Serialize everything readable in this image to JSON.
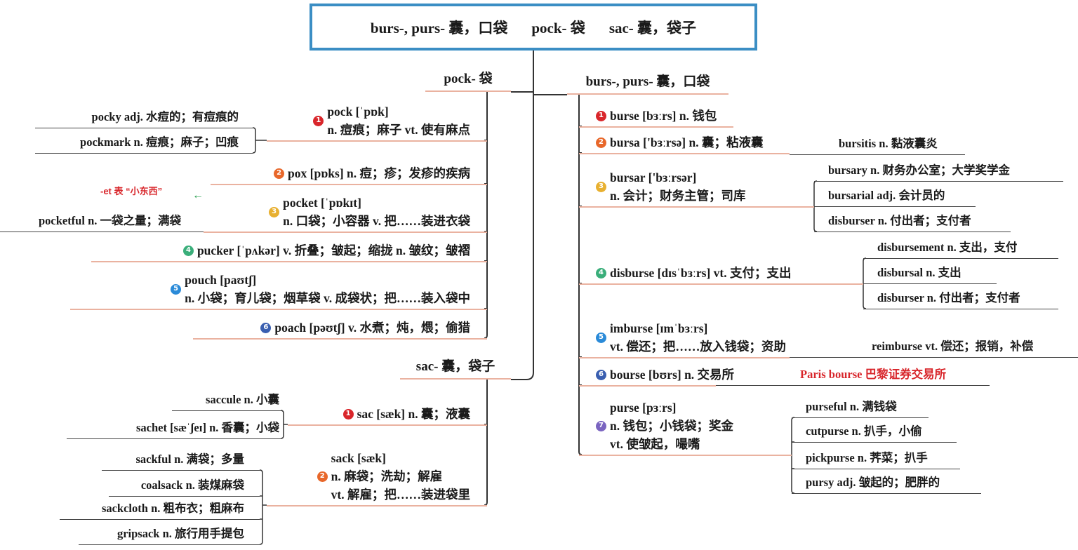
{
  "root": {
    "parts": [
      "burs-, purs-  囊，口袋",
      "pock-  袋",
      "sac- 囊，袋子"
    ]
  },
  "colors": {
    "border": "#3b8ec4",
    "badge1": "#d9262b",
    "badge2": "#e8672a",
    "badge3": "#e8b030",
    "badge4": "#3aae7a",
    "badge5": "#2a8ad8",
    "badge6": "#3a5fb0",
    "badge7": "#7a64c0",
    "note": "#d8262b"
  },
  "pock": {
    "label": "pock-  袋",
    "items": [
      {
        "badge": "1",
        "lines": [
          "pock [ˈpɒk]",
          "n. 痘痕；麻子 vt. 使有麻点"
        ],
        "children": [
          "pocky adj. 水痘的；有痘痕的",
          "pockmark n. 痘痕；麻子；凹痕"
        ]
      },
      {
        "badge": "2",
        "lines": [
          "pox [pɒks] n. 痘；疹；发疹的疾病"
        ]
      },
      {
        "badge": "3",
        "lines": [
          "pocket [ˈpɒkɪt]",
          "n. 口袋；小容器 v. 把……装进衣袋"
        ],
        "note": "-et 表 “小东西”",
        "children": [
          "pocketful n. 一袋之量；满袋"
        ]
      },
      {
        "badge": "4",
        "lines": [
          "pucker [ˈpʌkər] v. 折叠；皱起；缩拢 n. 皱纹；皱褶"
        ]
      },
      {
        "badge": "5",
        "lines": [
          "pouch [paʊtʃ]",
          "n. 小袋；育儿袋；烟草袋 v. 成袋状；把……装入袋中"
        ]
      },
      {
        "badge": "6",
        "lines": [
          "poach [pəʊtʃ] v. 水煮；炖，煨；偷猎"
        ]
      }
    ]
  },
  "sac": {
    "label": "sac- 囊，袋子",
    "items": [
      {
        "badge": "1",
        "lines": [
          "sac [sæk] n. 囊；液囊"
        ],
        "children": [
          "saccule n. 小囊",
          "sachet [sæˈʃeɪ] n. 香囊；小袋"
        ]
      },
      {
        "badge": "2",
        "lines": [
          "sack [sæk]",
          "n. 麻袋；洗劫；解雇",
          "vt. 解雇；把……装进袋里"
        ],
        "children": [
          "sackful n. 满袋；多量",
          "coalsack n. 装煤麻袋",
          "sackcloth n. 粗布衣；粗麻布",
          "gripsack n. 旅行用手提包"
        ]
      }
    ]
  },
  "burs": {
    "label": "burs-, purs-  囊，口袋",
    "items": [
      {
        "badge": "1",
        "lines": [
          "burse [bɜːrs] n. 钱包"
        ]
      },
      {
        "badge": "2",
        "lines": [
          "bursa ['bɜːrsə] n. 囊；粘液囊"
        ],
        "children": [
          "bursitis n. 黏液囊炎"
        ]
      },
      {
        "badge": "3",
        "lines": [
          "bursar ['bɜːrsər]",
          "n. 会计；财务主管；司库"
        ],
        "children": [
          "bursary n. 财务办公室；大学奖学金",
          "bursarial adj. 会计员的",
          "disburser n. 付出者；支付者"
        ]
      },
      {
        "badge": "4",
        "lines": [
          "disburse [dɪsˈbɜːrs] vt. 支付；支出"
        ],
        "children": [
          "disbursement n. 支出，支付",
          "disbursal n. 支出",
          "disburser n. 付出者；支付者"
        ]
      },
      {
        "badge": "5",
        "lines": [
          "imburse [ɪmˈbɜːrs]",
          "vt. 偿还；把……放入钱袋；资助"
        ],
        "children": [
          "reimburse vt. 偿还；报销，补偿"
        ]
      },
      {
        "badge": "6",
        "lines": [
          "bourse [bʊrs] n. 交易所"
        ],
        "children": [
          "Paris bourse 巴黎证券交易所"
        ]
      },
      {
        "badge": "7",
        "lines": [
          "purse [pɜːrs]",
          "n. 钱包；小钱袋；奖金",
          "vt. 使皱起，嘬嘴"
        ],
        "children": [
          "purseful n. 满钱袋",
          "cutpurse n. 扒手，小偷",
          "pickpurse n. 荠菜；扒手",
          "pursy adj. 皱起的；肥胖的"
        ]
      }
    ]
  }
}
